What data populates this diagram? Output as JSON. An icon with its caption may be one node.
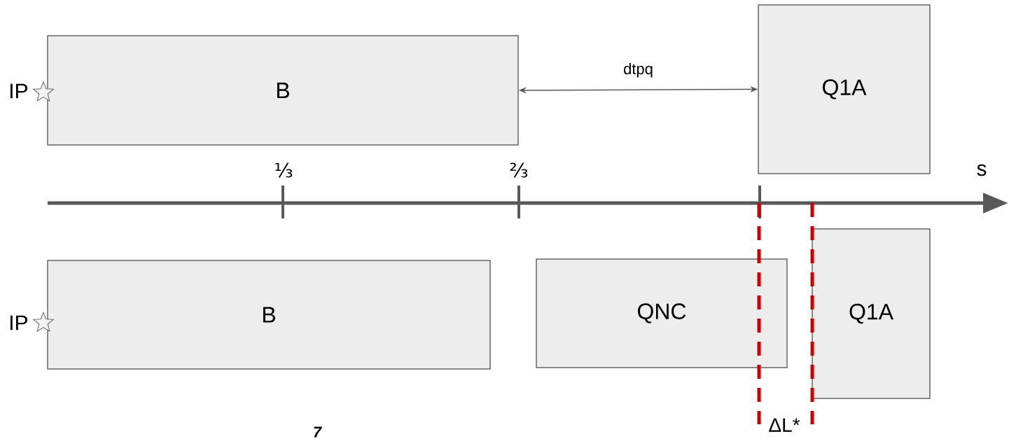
{
  "diagram": {
    "nodes": [
      {
        "text": [
          "B"
        ]
      },
      {
        "text": [
          "Q1A"
        ]
      },
      {
        "text": [
          "B"
        ]
      },
      {
        "text": [
          "QNC"
        ]
      },
      {
        "text": [
          "Q1A"
        ]
      }
    ],
    "edges": [
      {
        "from": 0,
        "to": 1,
        "arrow": "both",
        "label": "dtpq"
      }
    ],
    "labels": [
      "IP",
      "⅓",
      "⅔",
      "s",
      "IP",
      "ΔL*",
      "7"
    ]
  }
}
